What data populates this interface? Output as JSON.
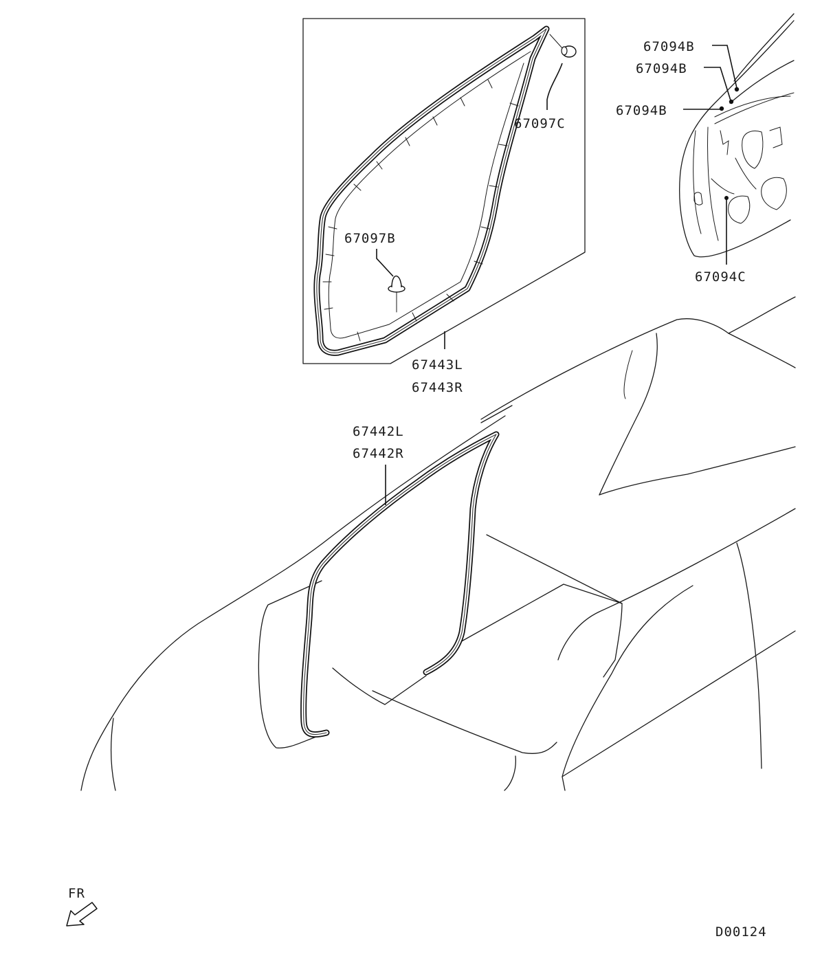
{
  "labels": {
    "p67097c": "67097C",
    "p67097b": "67097B",
    "p67443l": "67443L",
    "p67443r": "67443R",
    "p67442l": "67442L",
    "p67442r": "67442R",
    "p67094b_1": "67094B",
    "p67094b_2": "67094B",
    "p67094b_3": "67094B",
    "p67094c": "67094C"
  },
  "direction": {
    "text": "FR"
  },
  "drawing_no": {
    "text": "D00124"
  }
}
